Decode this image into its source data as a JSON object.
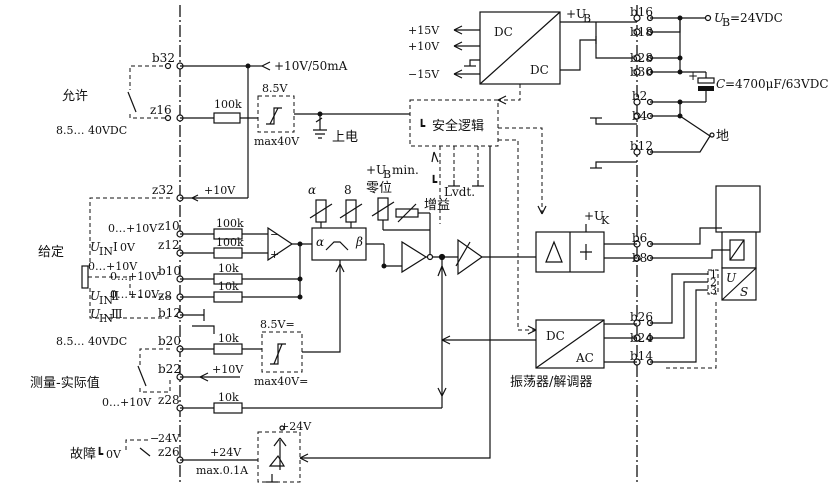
{
  "left_labels": {
    "enable": "允许",
    "setpoint": "给定",
    "measure": "测量-实际值",
    "fault": "故障"
  },
  "left_voltages": {
    "enable_range": "8.5… 40VDC",
    "z20_range": "8.5… 40VDC",
    "z28_range": "0…+10V",
    "in1_pos": "0…+10V",
    "in1_neg": "0V",
    "in1_name": "U",
    "in1_sub": "IN",
    "in1_num": "Ⅰ",
    "in2_a": "0…+10V",
    "in2_b": "0…+10V",
    "in2_c": "0…+10V",
    "in2_name": "U",
    "in2_sub": "IN",
    "in2_num": "Ⅱ",
    "in3_name": "U",
    "in3_sub": "IN",
    "in3_num": "Ⅲ",
    "z32_out": "+10V",
    "b22_out": "+10V",
    "fault_v": "24V",
    "fault_0v": "0V",
    "fault_pos": "+24V",
    "fault_max": "max.0.1A"
  },
  "pins": {
    "b32": "b32",
    "z16": "z16",
    "z32": "z32",
    "z10": "z10",
    "z12": "z12",
    "b10": "b10",
    "z8": "z8",
    "b12": "b12",
    "b20": "b20",
    "b22": "b22",
    "z28": "z28",
    "z26": "z26",
    "b16": "b16",
    "b18": "b18",
    "b28": "b28",
    "b30": "b30",
    "b2": "b2",
    "b4": "b4",
    "b12r": "b12",
    "b6": "b6",
    "b8": "b8",
    "b26": "b26",
    "b24": "b24",
    "b14": "b14"
  },
  "resistors": {
    "r1": "100k",
    "r2": "100k",
    "r3": "100k",
    "r4": "10k",
    "r5": "10k",
    "r6": "10k",
    "r7": "10k"
  },
  "blocks": {
    "thresh1": "8.5V",
    "thresh1_max": "max40V",
    "thresh2": "8.5V=",
    "thresh2_max": "max40V=",
    "power_on": "上电",
    "supply_top": "+10V/50mA",
    "safety": "安全逻辑",
    "ub_min": "+U",
    "ub_min_sub": "B",
    "ub_min_tail": "min.",
    "lvdt": "Lvdt.",
    "zero": "零位",
    "gain": "增益",
    "alpha": "α",
    "beta": "β",
    "eight": "8",
    "dc_top": "DC",
    "dc_bot": "DC",
    "plus15": "+15V",
    "plus10": "+10V",
    "minus15": "−15V",
    "ub_in": "+U",
    "ub_in_sub": "B",
    "uk": "+U",
    "uk_sub": "K",
    "osc_dc": "DC",
    "osc_ac": "AC",
    "osc_label": "振荡器/解调器",
    "us_label": "U",
    "s_label": "S"
  },
  "right_supply": {
    "ub": "U",
    "ub_sub": "B",
    "ub_val": "=24VDC",
    "cap": "C",
    "cap_val": "=4700μF/63VDC",
    "ground": "地"
  },
  "connector_nums": [
    "1",
    "2",
    "3"
  ]
}
